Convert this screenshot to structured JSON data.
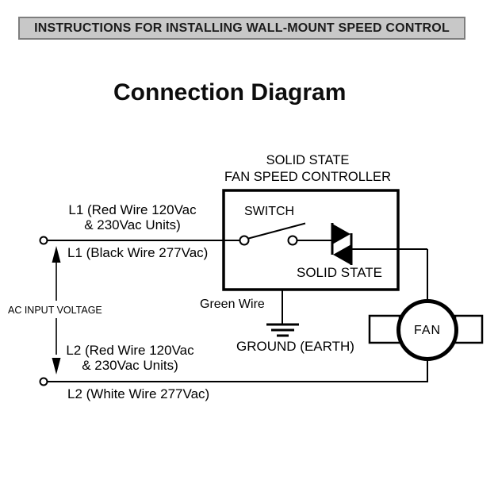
{
  "header": {
    "title": "INSTRUCTIONS FOR INSTALLING WALL-MOUNT SPEED CONTROL"
  },
  "page": {
    "title": "Connection Diagram"
  },
  "controller": {
    "caption_line1": "SOLID STATE",
    "caption_line2": "FAN SPEED CONTROLLER",
    "switch_label": "SWITCH",
    "triac_label": "SOLID STATE"
  },
  "supply": {
    "l1_label_line1": "L1 (Red Wire 120Vac",
    "l1_label_line2": "& 230Vac Units)",
    "l1_alt_label": "L1 (Black Wire 277Vac)",
    "ac_label": "AC INPUT VOLTAGE",
    "l2_label_line1": "L2 (Red Wire 120Vac",
    "l2_label_line2": "& 230Vac Units)",
    "l2_alt_label": "L2 (White Wire 277Vac)"
  },
  "ground": {
    "wire_label": "Green Wire",
    "label": "GROUND (EARTH)"
  },
  "fan": {
    "label": "FAN"
  },
  "colors": {
    "header_bg": "#c8c8c8",
    "header_border": "#7e7e7e",
    "line": "#000000",
    "text": "#000000"
  }
}
